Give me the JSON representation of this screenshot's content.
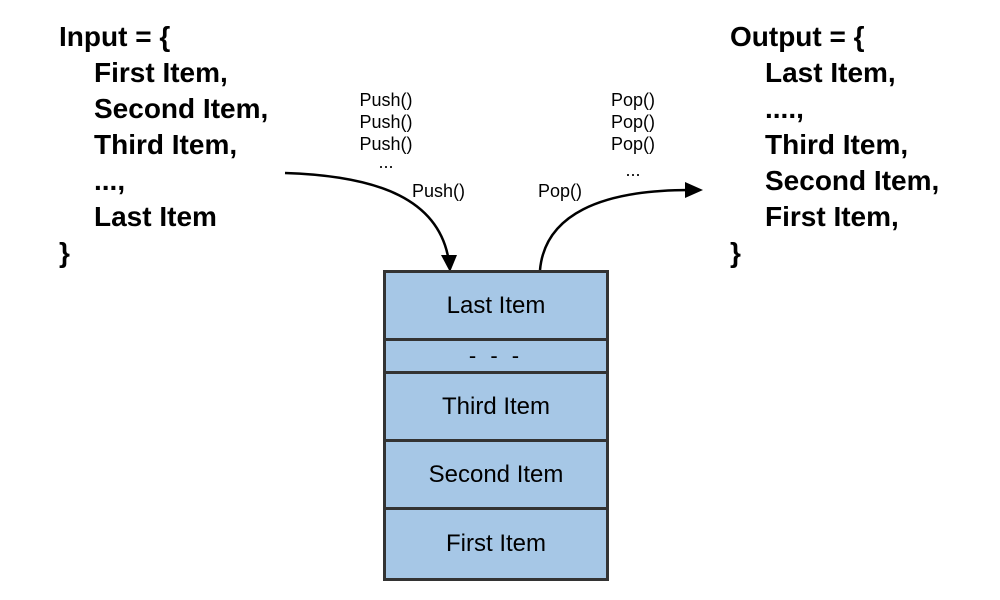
{
  "input": {
    "open": "Input = {",
    "items": [
      "First Item,",
      "Second Item,",
      "Third Item,",
      "...,",
      "Last Item"
    ],
    "close": "}"
  },
  "output": {
    "open": "Output = {",
    "items": [
      "Last Item,",
      "....,",
      "Third Item,",
      "Second Item,",
      "First Item,"
    ],
    "close": "}"
  },
  "push_ops": {
    "lines": [
      "Push()",
      "Push()",
      "Push()",
      "..."
    ],
    "final": "Push()"
  },
  "pop_ops": {
    "lines": [
      "Pop()",
      "Pop()",
      "Pop()",
      "..."
    ],
    "final": "Pop()"
  },
  "stack": {
    "cells": [
      "Last Item",
      "- - -",
      "Third Item",
      "Second Item",
      "First Item"
    ]
  },
  "colors": {
    "stack_fill": "#a6c7e6",
    "stack_border": "#333333",
    "arrow": "#000000"
  }
}
